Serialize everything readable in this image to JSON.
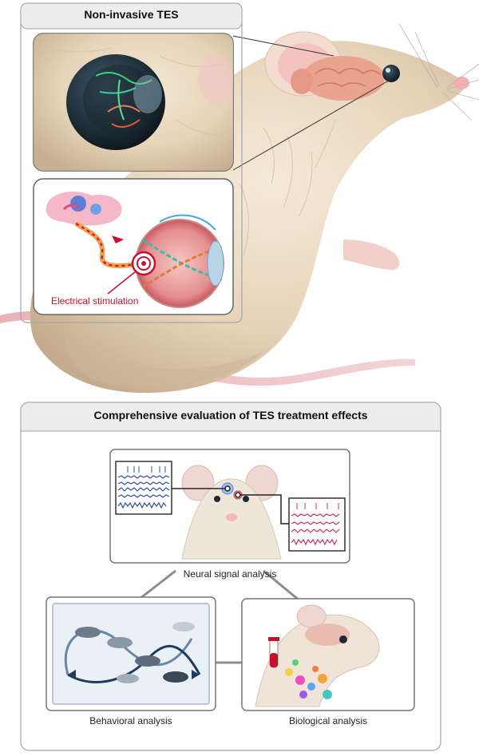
{
  "top_panel": {
    "title": "Non-invasive TES",
    "stimulation_label": "Electrical stimulation"
  },
  "bottom_panel": {
    "title": "Comprehensive evaluation of TES treatment effects",
    "neural": {
      "caption": "Neural signal analysis"
    },
    "behavioral": {
      "caption": "Behavioral analysis"
    },
    "biological": {
      "caption": "Biological analysis"
    }
  },
  "colors": {
    "fur": "#ecdcc6",
    "fur_shadow": "#c9b397",
    "skin_pink": "#f2b9b9",
    "eye_dark": "#1b2a36",
    "stim_red": "#c8102e",
    "signal_blue": "#2f4fa8",
    "signal_pink": "#c8345f",
    "panel_border": "#9a9a9a",
    "title_bar": "#ececec"
  }
}
